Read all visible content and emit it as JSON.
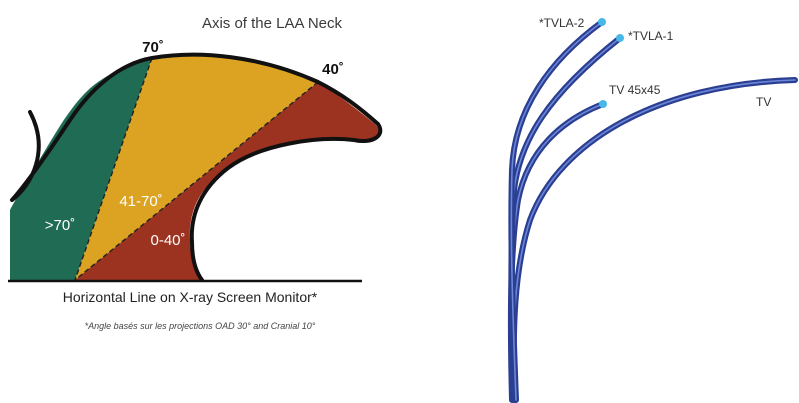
{
  "left_panel": {
    "title": "Axis of the LAA Neck",
    "angle_top_label": "70˚",
    "angle_right_label": "40˚",
    "zones": [
      {
        "label": ">70˚",
        "color": "#1f6b54"
      },
      {
        "label": "41-70˚",
        "color": "#dba321"
      },
      {
        "label": "0-40˚",
        "color": "#9c3320"
      }
    ],
    "baseline_label": "Horizontal Line on X-ray Screen Monitor*",
    "footnote": "*Angle basés sur les projections OAD 30° and Cranial 10°",
    "outline_color": "#111111"
  },
  "right_panel": {
    "sheaths": [
      {
        "label": "*TVLA-2",
        "color": "#2b3f92",
        "tip_color": "#47b8e8"
      },
      {
        "label": "*TVLA-1",
        "color": "#2b3f92",
        "tip_color": "#47b8e8"
      },
      {
        "label": "TV 45x45",
        "color": "#2b3f92",
        "tip_color": "#47b8e8"
      },
      {
        "label": "TV",
        "color": "#2b3f92"
      }
    ]
  }
}
